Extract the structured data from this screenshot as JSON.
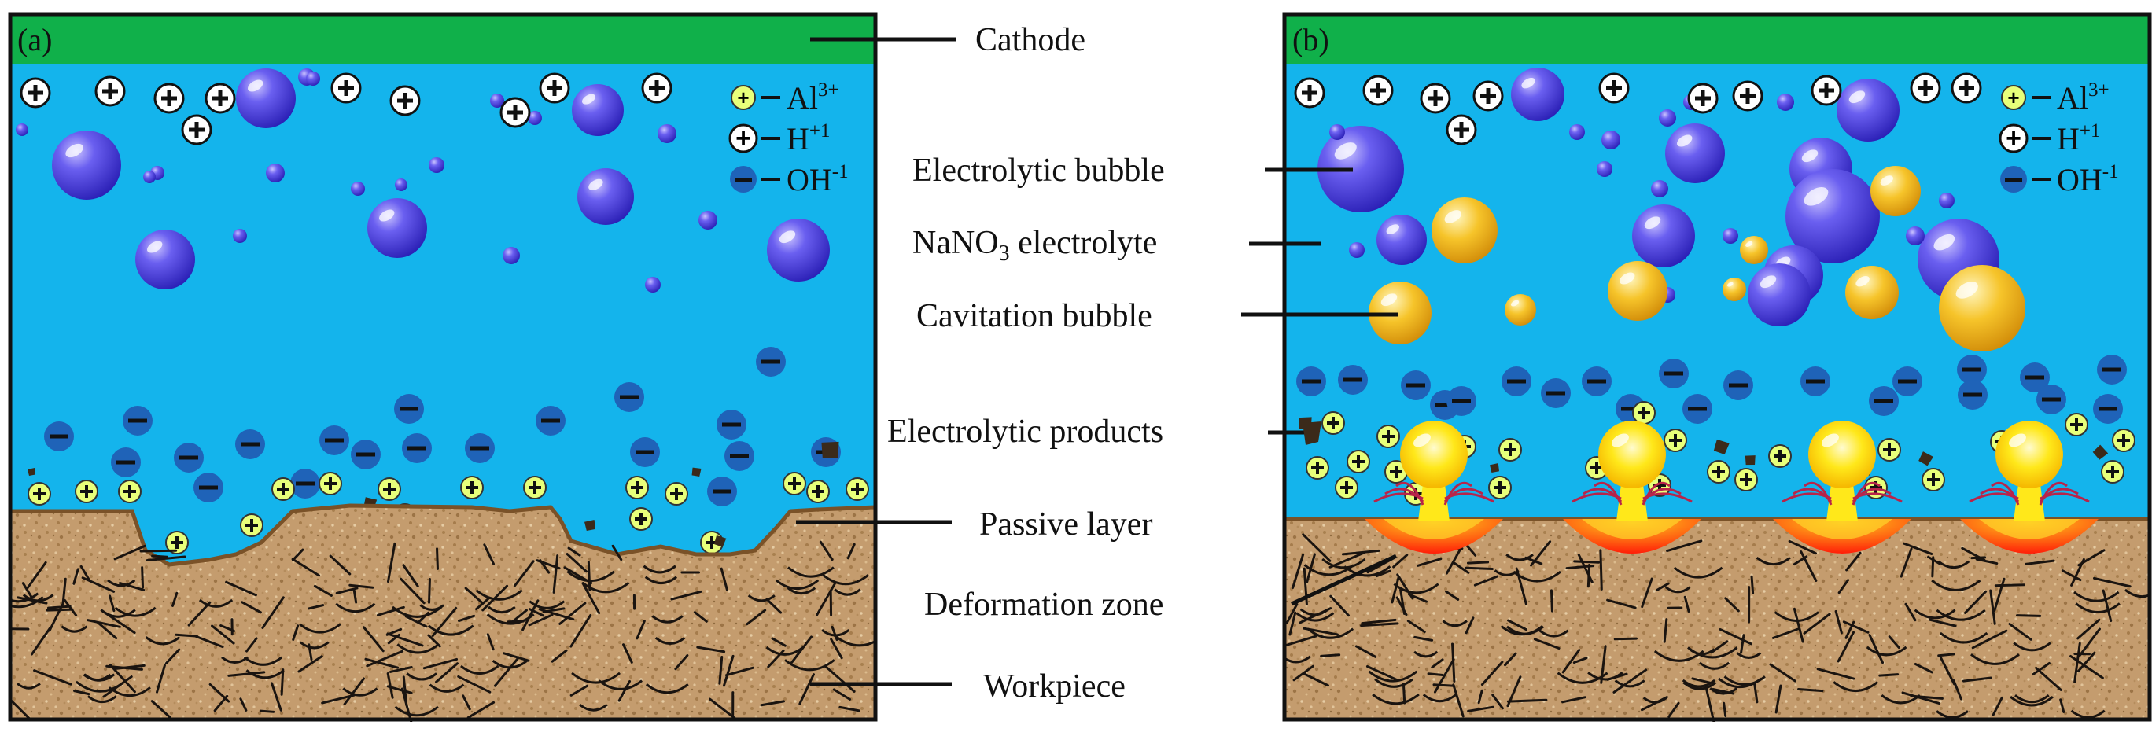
{
  "panels": [
    {
      "id": "a",
      "tag": "(a)"
    },
    {
      "id": "b",
      "tag": "(b)"
    }
  ],
  "legend": {
    "al": {
      "symbol": "+",
      "label": "Al",
      "sup": "3+"
    },
    "h": {
      "symbol": "+",
      "label": "H",
      "sup": "+1"
    },
    "oh": {
      "symbol": "−",
      "label": "OH",
      "sup": "-1"
    }
  },
  "callouts": {
    "cathode": "Cathode",
    "passive_layer": "Passive layer",
    "workpiece": "Workpiece",
    "electrolytic_bubble": "Electrolytic bubble",
    "electrolyte": {
      "prefix": "NaNO",
      "sub": "3",
      "suffix": " electrolyte"
    },
    "cavitation_bubble": "Cavitation bubble",
    "electrolytic_products": "Electrolytic products",
    "deformation_zone": "Deformation zone"
  },
  "colors": {
    "cathode": "#10b04a",
    "electrolyte": "#14b4ec",
    "workpiece": "#c29a6c",
    "passive_layer": "#7a5228",
    "electrolytic_bubble": "#4d44d8",
    "cavitation_bubble": "#f2b61c",
    "aluminium_ion": "#e8ff7a",
    "hydroxide_ion": "#1f63b8",
    "deformation_zone": "#ff5a10"
  }
}
